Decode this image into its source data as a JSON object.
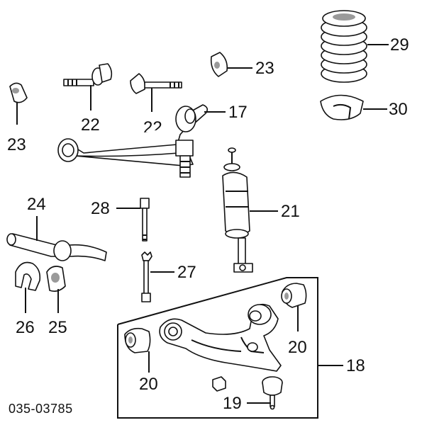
{
  "diagram_code": "035-03785",
  "callouts": {
    "spring": "29",
    "spring_isolator": "30",
    "cam_bolt_left": "22",
    "cam_bolt_right": "22",
    "cam_washer_left": "23",
    "cam_washer_right": "23",
    "upper_arm": "17",
    "stabilizer_bar": "24",
    "stabilizer_bracket": "26",
    "stabilizer_bushing": "25",
    "link_bolt": "28",
    "link": "27",
    "shock_absorber": "21",
    "lower_bushing_right": "20",
    "lower_bushing_left": "20",
    "lower_arm": "18",
    "ball_joint": "19"
  }
}
